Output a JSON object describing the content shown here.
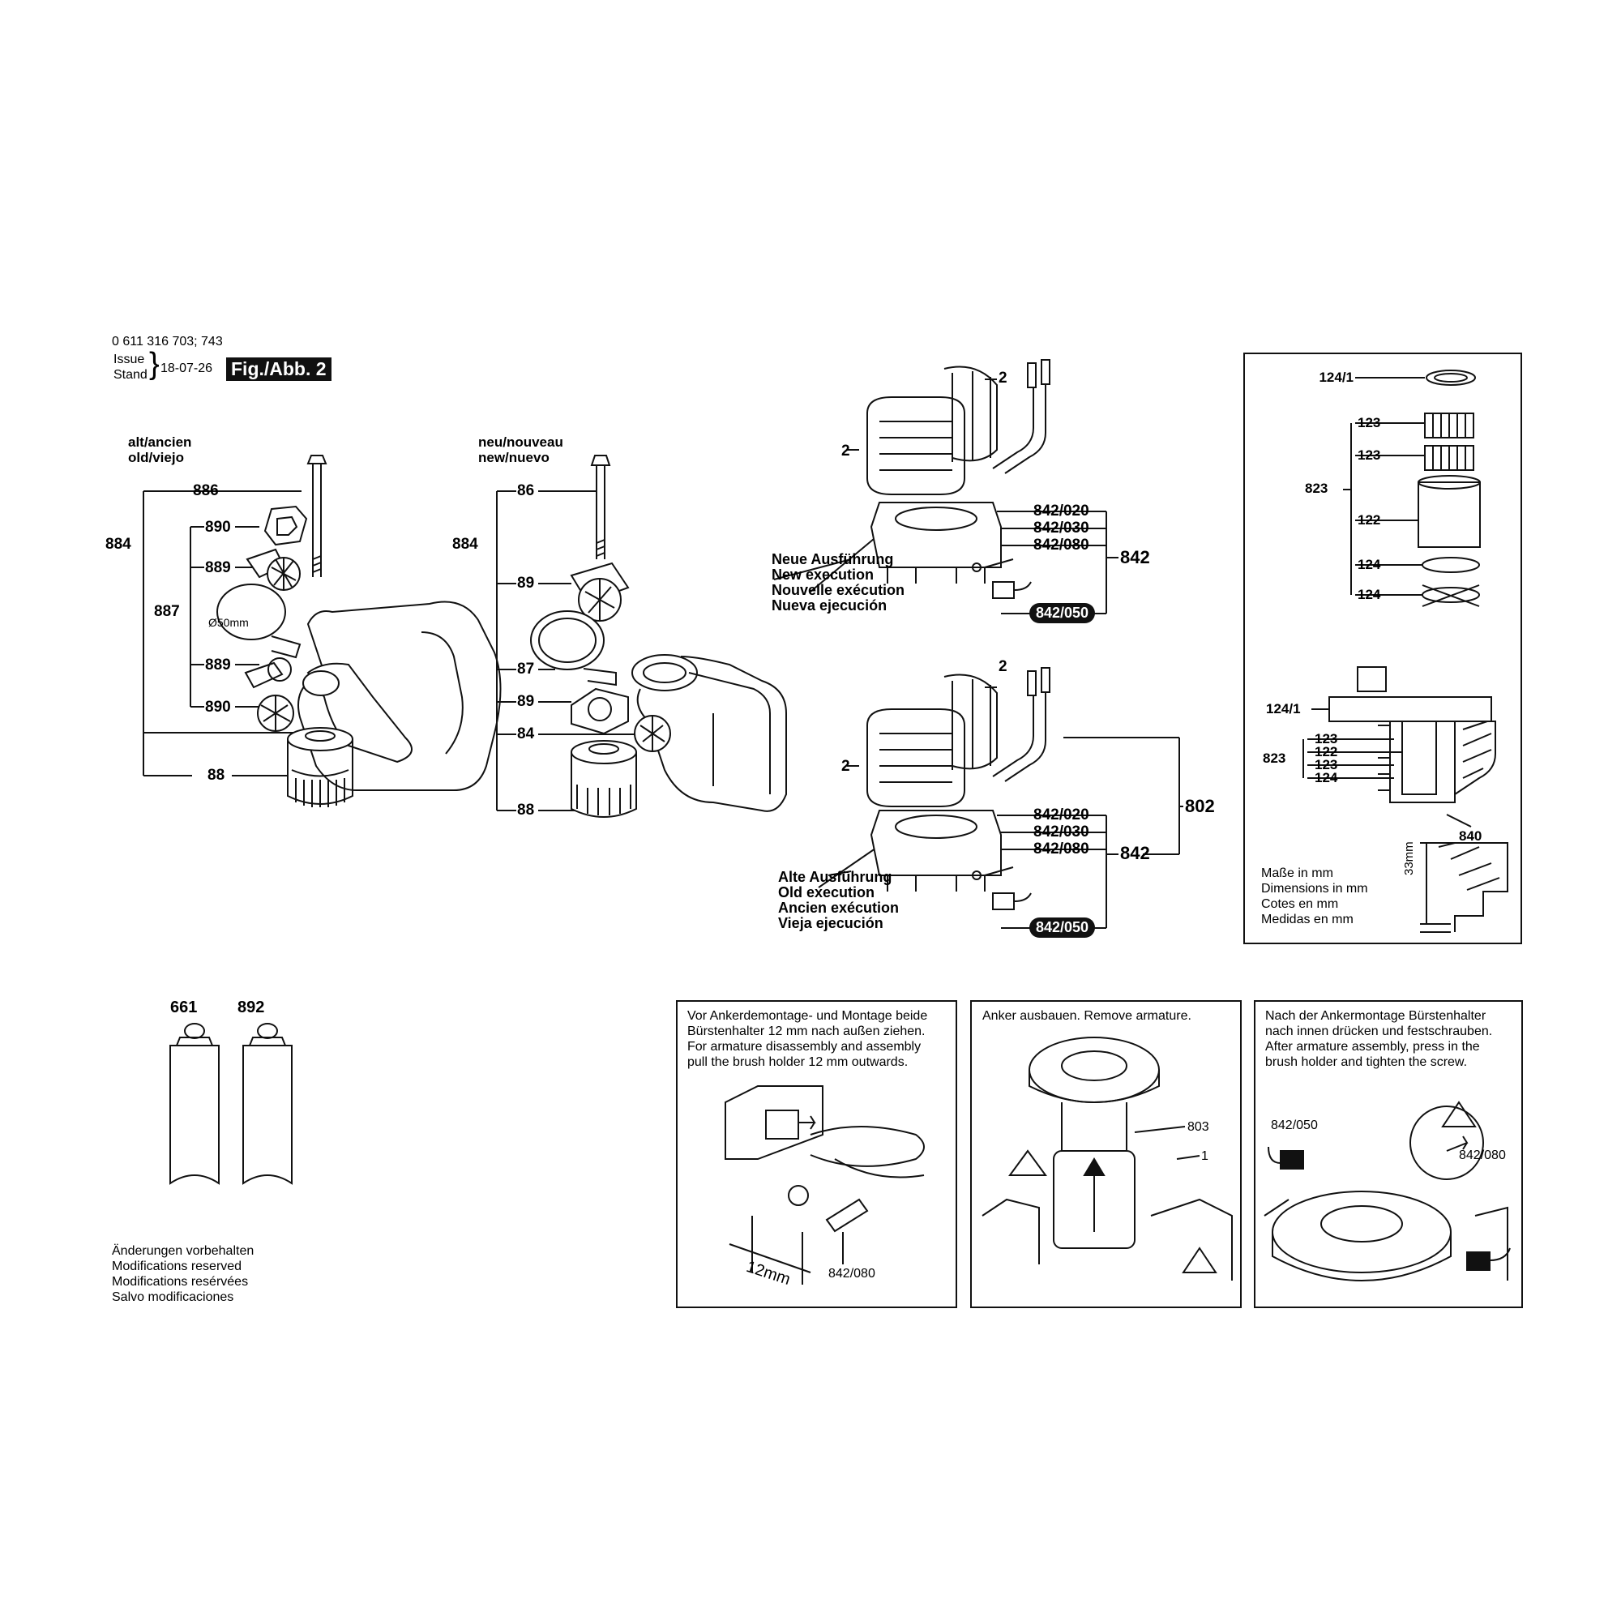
{
  "header": {
    "part_number": "0 611 316 703; 743",
    "issue_label": "Issue",
    "stand_label": "Stand",
    "date": "18-07-26",
    "figure_badge": "Fig./Abb. 2"
  },
  "handle_old": {
    "heading_1": "alt/ancien",
    "heading_2": "old/viejo",
    "labels": [
      "886",
      "884",
      "890",
      "889",
      "887",
      "889",
      "890",
      "88"
    ],
    "diameter": "Ø50mm"
  },
  "handle_new": {
    "heading_1": "neu/nouveau",
    "heading_2": "new/nuevo",
    "labels": [
      "86",
      "884",
      "89",
      "87",
      "89",
      "84",
      "88"
    ]
  },
  "brush_new": {
    "parts": [
      "842/020",
      "842/030",
      "842/080"
    ],
    "pill": "842/050",
    "assembly": "842",
    "coil": "2",
    "note": [
      "Neue Ausführung",
      "New execution",
      "Nouvelle exécution",
      "Nueva ejecución"
    ]
  },
  "brush_old": {
    "parts": [
      "842/020",
      "842/030",
      "842/080"
    ],
    "pill": "842/050",
    "assembly": "842",
    "group": "802",
    "coil": "2",
    "note": [
      "Alte Ausführung",
      "Old execution",
      "Ancien exécution",
      "Vieja ejecución"
    ]
  },
  "bearing": {
    "top_labels": [
      "124/1",
      "123",
      "123",
      "823",
      "122",
      "124",
      "124"
    ],
    "section_labels": [
      "124/1",
      "123",
      "122",
      "123",
      "124",
      "823",
      "840"
    ],
    "dimension": "33mm",
    "units_note": [
      "Maße in mm",
      "Dimensions in mm",
      "Cotes en mm",
      "Medidas en mm"
    ]
  },
  "tubes": {
    "labels": [
      "661",
      "892"
    ]
  },
  "footer_note": [
    "Änderungen vorbehalten",
    "Modifications reserved",
    "Modifications resérvées",
    "Salvo modificaciones"
  ],
  "step1": {
    "text": [
      "Vor Ankerdemontage- und Montage beide",
      "Bürstenhalter 12 mm nach außen ziehen.",
      "For armature disassembly and assembly",
      "pull the brush holder 12 mm outwards."
    ],
    "dimension": "12mm",
    "part": "842/080"
  },
  "step2": {
    "text": [
      "Anker ausbauen. Remove armature."
    ],
    "parts": [
      "803",
      "1"
    ]
  },
  "step3": {
    "text": [
      "Nach der Ankermontage Bürstenhalter",
      "nach innen drücken und festschrauben.",
      "After armature assembly, press in the",
      "brush holder and tighten the screw."
    ],
    "parts": [
      "842/050",
      "842/080"
    ]
  }
}
